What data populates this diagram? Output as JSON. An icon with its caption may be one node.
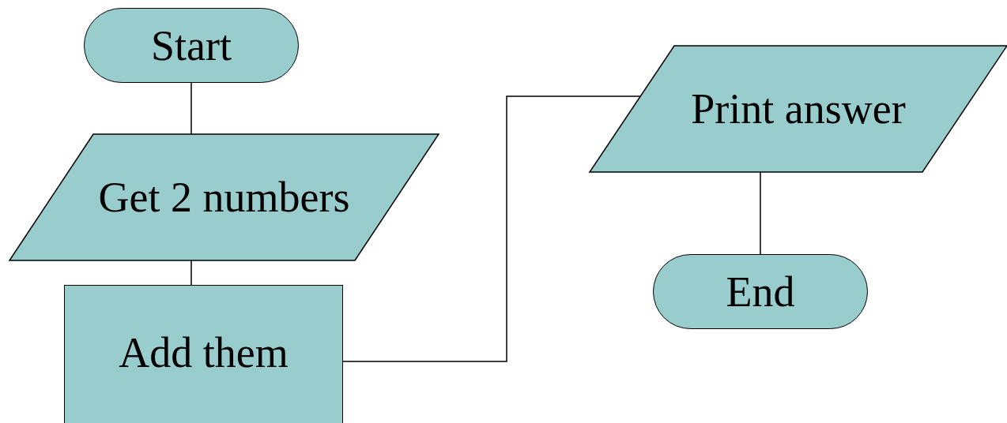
{
  "diagram": {
    "nodes": [
      {
        "text": [
          "Start"
        ]
      },
      {
        "text": [
          "Get 2 numbers"
        ]
      },
      {
        "text": [
          "Add them"
        ]
      },
      {
        "text": [
          "Print answer"
        ]
      },
      {
        "text": [
          "End"
        ]
      }
    ],
    "edges": [
      {
        "from": 0,
        "to": 1,
        "arrow": "none"
      },
      {
        "from": 1,
        "to": 2,
        "arrow": "none"
      },
      {
        "from": 2,
        "to": 3,
        "arrow": "none"
      },
      {
        "from": 3,
        "to": 4,
        "arrow": "none"
      }
    ]
  }
}
